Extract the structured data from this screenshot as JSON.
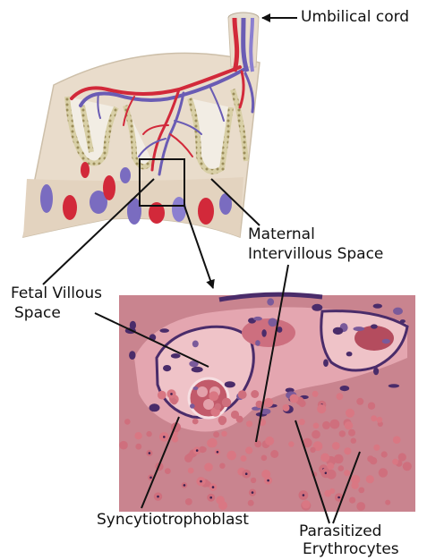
{
  "labels": {
    "umbilical_cord": "Umbilical cord",
    "maternal_line1": "Maternal",
    "maternal_line2": "Intervillous Space",
    "fetal_line1": "Fetal Villous",
    "fetal_line2": "Space",
    "syncytiotrophoblast": "Syncytiotrophoblast",
    "parasitized_line1": "Parasitized",
    "parasitized_line2": "Erythrocytes"
  },
  "colors": {
    "tissue": "#e9dccb",
    "villous_border": "#c7b88c",
    "artery": "#d2293a",
    "vein": "#6a5cb4",
    "histology_bg": "#c9848f",
    "histology_cell": "#d88690",
    "nucleus": "#4a2c6a",
    "pointer": "#111111"
  },
  "icons": [
    "umbilical-cord-icon",
    "placenta-illustration",
    "histology-micrograph"
  ]
}
